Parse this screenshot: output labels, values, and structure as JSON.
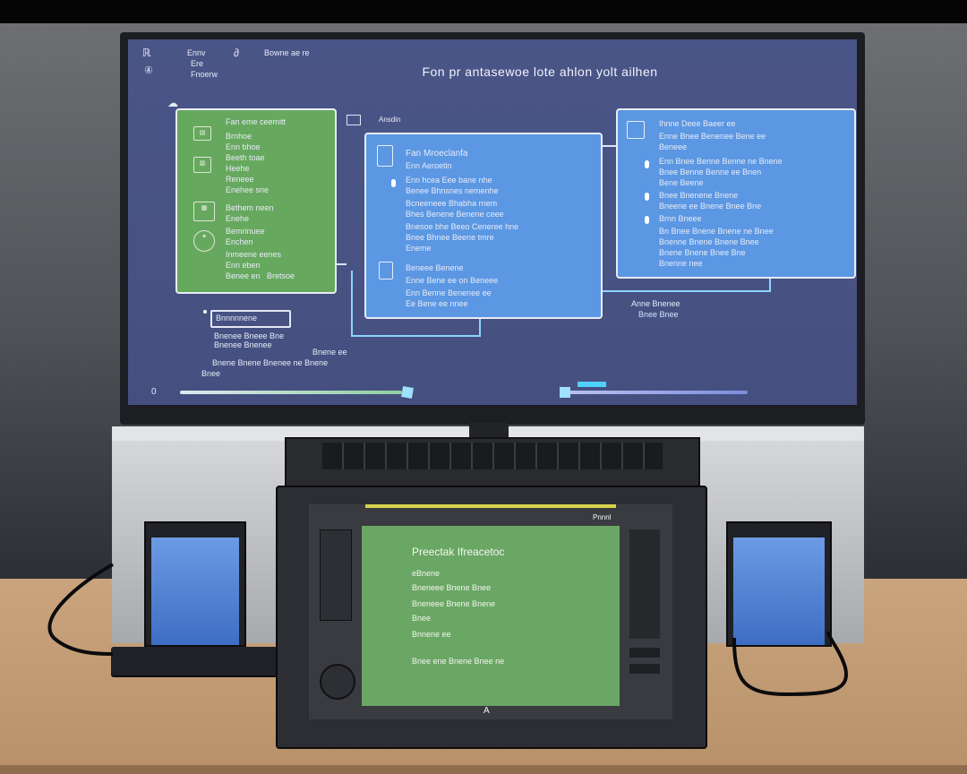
{
  "screen": {
    "title": "Fon pr antasewoe lote ahlon yolt ailhen",
    "top_left": [
      "Ennv",
      "Ere",
      "Fnoerw"
    ],
    "top_right": "Bowne ae re",
    "mini_label": "Ansdin"
  },
  "green_panel": {
    "lines": [
      "Fan eme ceemitt",
      "Brnhoe",
      "Enn bhoe",
      "Beeth toae",
      "Heehe",
      "Reneee",
      "Enehee sne",
      "Bethem neen",
      "Enehe",
      "Bemrinuee",
      "Enchen",
      "Inmeene eenes",
      "Enn eben",
      "Benee en",
      "Bretsoe"
    ]
  },
  "blue_panel_mid": {
    "title": "Fan Mroeclanfa",
    "subtitle": "Enn Aeroetin",
    "lines": [
      "Enn hcea Eee bane nhe",
      "Benee Bhnsnes nemenhe",
      "Bcneeneee Bhabha rnem",
      "Bhes Benene Benene ceee",
      "Bnesoe bhe Beeo Ceneree hne",
      "Bnee Bhnee Beene tmre",
      "Eneme"
    ],
    "section2_title": "Beneee Benene",
    "section2_lines": [
      "Enne Bene ee on Beneee",
      "Enn Benne Benenee ee",
      "Ee Bene ee nnee"
    ]
  },
  "blue_panel_right": {
    "title": "Ihnne Deee Baeer ee",
    "sub": [
      "Enne Bnee Benenee Bene ee",
      "Beneee"
    ],
    "lines": [
      "Enn Bnee Benne Benne ne Bnene",
      "Bnee Benne Benne ee Bnen",
      "Bene Beene",
      "Bnee Bnenene Bnene",
      "Bneene ee Bnene Bnee Bne",
      "Brnn Bneee",
      "Bn Bnee Bnene Bnene ne Bnee",
      "Bnenne Bnene Bnene Bnee",
      "Bnene Bnene Bnee Bne",
      "Bnenne nee"
    ]
  },
  "below_green": {
    "box_label": "Bnnnnnene",
    "lines": [
      "Bnenee Bneee Bne",
      "Bnenee Bnenee",
      "Bnene ee"
    ],
    "footer": "Bnene Bnene Bnenee ne Bnene",
    "footer2": "Bnee"
  },
  "below_right": [
    "Anne Bnenee",
    "Bnee Bnee"
  ],
  "status_num": "0",
  "tablet": {
    "header": "Pnnnl",
    "title": "Preectak Ifreacetoc",
    "lines": [
      "eBnene",
      "Bneneee Bnene Bnee",
      "Bneneee Bnene Bnene",
      "Bnee",
      "Bnnene ee"
    ],
    "footer": "Bnee ene Bnene Bnee ne",
    "logo": "A"
  }
}
